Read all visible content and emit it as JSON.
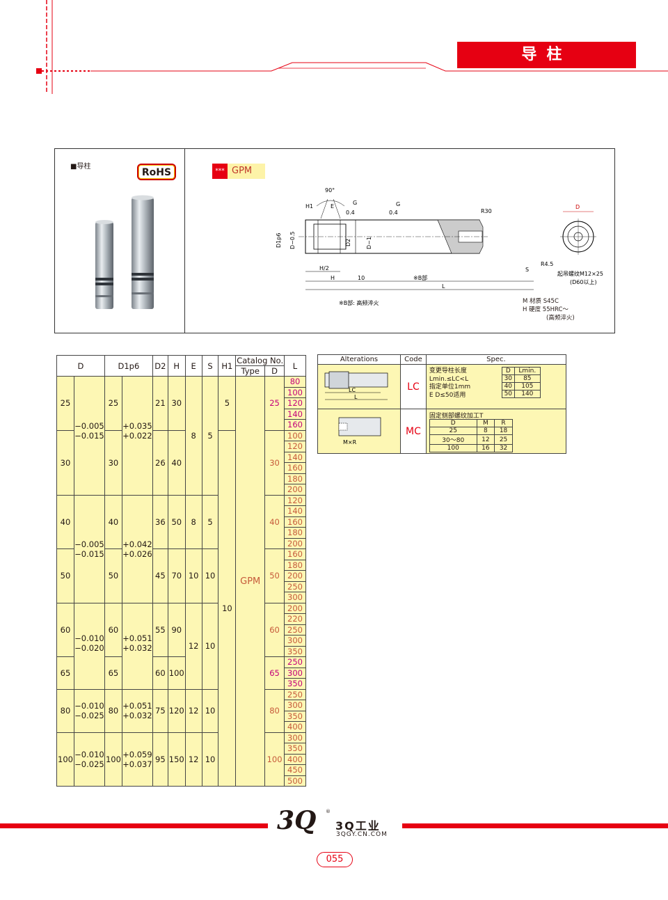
{
  "header": {
    "title": "导柱"
  },
  "panel": {
    "product_label": "■导柱",
    "rohs": "RoHS",
    "model_stars": "***",
    "model": "GPM",
    "drawing_labels": {
      "angle": "90°",
      "h1": "H1",
      "e": "E",
      "g1": "G",
      "g2": "G",
      "r04a": "0.4",
      "r04b": "0.4",
      "r30": "R30",
      "d": "D",
      "d1p6": "D1p6",
      "dm05": "D−0.5",
      "d2": "D2",
      "dm1": "D−1",
      "h2": "H/2",
      "h": "H",
      "ten": "10",
      "bpart": "※B部",
      "l": "L",
      "s": "S",
      "r45": "R4.5",
      "thread": "起吊螺纹M12×25",
      "thread_cond": "(D60以上)",
      "bnote": "※B部: 高频淬火"
    },
    "material": {
      "m": "M 材质  S45C",
      "h": "H 硬度  55HRC～",
      "h2": "(高频淬火)"
    }
  },
  "table": {
    "headers": {
      "d": "D",
      "d1p6": "D1p6",
      "d2": "D2",
      "h": "H",
      "e": "E",
      "s": "S",
      "h1": "H1",
      "catalog": "Catalog No.",
      "type": "Type",
      "cd": "D",
      "l": "L"
    },
    "tol1_d": "−0.005\n−0.015",
    "tol1_d1": "+0.035\n+0.022",
    "tol2_d": "−0.005\n−0.015",
    "tol2_d1": "+0.042\n+0.026",
    "tol3_d": "−0.010\n−0.020",
    "tol3_d1": "+0.051\n+0.032",
    "tol4_d": "−0.010\n−0.025",
    "tol4_d1": "+0.051\n+0.032",
    "tol5_d": "−0.010\n−0.025",
    "tol5_d1": "+0.059\n+0.037",
    "type": "GPM",
    "h1_all": "10",
    "rows": [
      {
        "d": "25",
        "d1": "25",
        "d2": "21",
        "h": "30",
        "e": "8",
        "s": "5",
        "h1": "5",
        "cd": "25",
        "L": [
          "80",
          "100",
          "120",
          "140",
          "160"
        ]
      },
      {
        "d": "30",
        "d1": "30",
        "d2": "26",
        "h": "40",
        "cd": "30",
        "L": [
          "100",
          "120",
          "140",
          "160",
          "180",
          "200"
        ]
      },
      {
        "d": "40",
        "d1": "40",
        "d2": "36",
        "h": "50",
        "e": "8",
        "s": "5",
        "cd": "40",
        "L": [
          "120",
          "140",
          "160",
          "180",
          "200"
        ]
      },
      {
        "d": "50",
        "d1": "50",
        "d2": "45",
        "h": "70",
        "e": "10",
        "s": "10",
        "cd": "50",
        "L": [
          "160",
          "180",
          "200",
          "250",
          "300"
        ]
      },
      {
        "d": "60",
        "d1": "60",
        "d2": "55",
        "h": "90",
        "e": "12",
        "s": "10",
        "cd": "60",
        "L": [
          "200",
          "220",
          "250",
          "300",
          "350"
        ]
      },
      {
        "d": "65",
        "d1": "65",
        "d2": "60",
        "h": "100",
        "cd": "65",
        "L": [
          "250",
          "300",
          "350"
        ]
      },
      {
        "d": "80",
        "d1": "80",
        "d2": "75",
        "h": "120",
        "e": "12",
        "s": "10",
        "cd": "80",
        "L": [
          "250",
          "300",
          "350",
          "400"
        ]
      },
      {
        "d": "100",
        "d1": "100",
        "d2": "95",
        "h": "150",
        "e": "12",
        "s": "10",
        "cd": "100",
        "L": [
          "300",
          "350",
          "400",
          "450",
          "500"
        ]
      }
    ]
  },
  "alterations": {
    "headers": {
      "alt": "Alterations",
      "code": "Code",
      "spec": "Spec."
    },
    "lc": {
      "code": "LC",
      "lines": [
        "变更导柱长度",
        "Lmin.≤LC<L",
        "指定单位1mm",
        "E  D≤50适用"
      ],
      "fig_lc": "LC",
      "fig_l": "L",
      "table_head": [
        "D",
        "Lmin."
      ],
      "table": [
        [
          "30",
          "85"
        ],
        [
          "40",
          "105"
        ],
        [
          "50",
          "140"
        ]
      ]
    },
    "mc": {
      "code": "MC",
      "title": "固定侧部螺纹加工T",
      "fig": "M×R",
      "table_head": [
        "D",
        "M",
        "R"
      ],
      "table": [
        [
          "25",
          "8",
          "18"
        ],
        [
          "30～80",
          "12",
          "25"
        ],
        [
          "100",
          "16",
          "32"
        ]
      ]
    }
  },
  "footer": {
    "logo": "3Q",
    "brand": "3Q工业",
    "site": "3QGY.CN.COM",
    "page": "055",
    "reg": "®"
  }
}
